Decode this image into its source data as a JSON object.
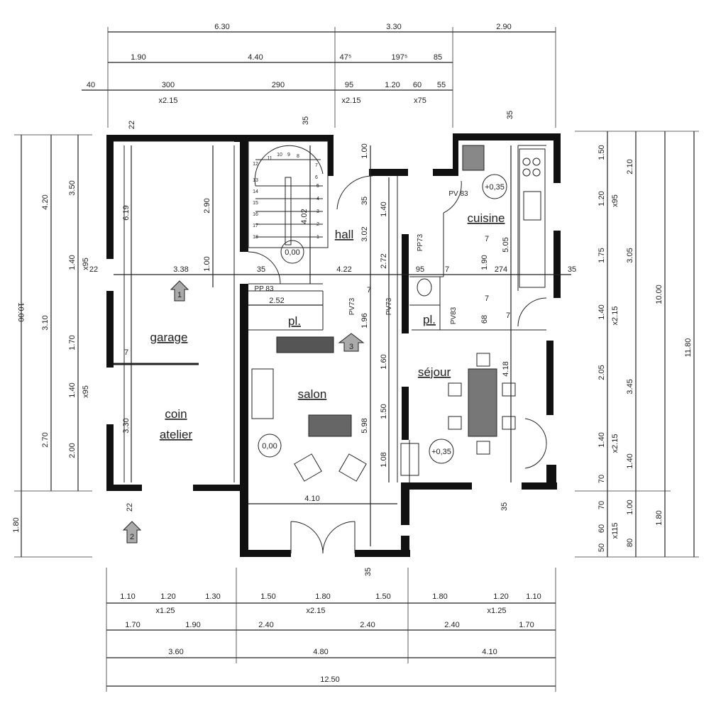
{
  "rooms": {
    "garage": "garage",
    "coin": "coin",
    "atelier": "atelier",
    "salon": "salon",
    "hall": "hall",
    "cuisine": "cuisine",
    "sejour": "séjour",
    "placard1": "pl.",
    "placard2": "pl."
  },
  "levels": {
    "hall": "0,00",
    "salon": "0,00",
    "cuisine": "+0,35",
    "sejour": "+0,35"
  },
  "doors": {
    "pp83": "PP 83",
    "pv73a": "PV73",
    "pv73b": "PV73",
    "pp73": "PP73",
    "pv83a": "PV 83",
    "pv83b": "PV83"
  },
  "markers": [
    "1",
    "2",
    "3"
  ],
  "stairs": [
    "1",
    "2",
    "3",
    "4",
    "5",
    "6",
    "7",
    "8",
    "9",
    "10",
    "11",
    "12",
    "13",
    "14",
    "15",
    "16",
    "17",
    "18"
  ],
  "dims_top": {
    "row1": [
      "6.30",
      "3.30",
      "2.90"
    ],
    "row2": [
      "1.90",
      "4.40",
      "47⁵",
      "197⁵",
      "85"
    ],
    "row3": [
      "40",
      "300",
      "x2.15",
      "290",
      "95",
      "x2.15",
      "1.20",
      "60",
      "x75",
      "55"
    ],
    "walls": [
      "22",
      "35",
      "35"
    ]
  },
  "dims_bottom": {
    "row1": [
      "1.10",
      "1.20",
      "1.30",
      "1.50",
      "1.80",
      "1.50",
      "1.80",
      "1.20",
      "1.10"
    ],
    "row1_sub": [
      "x1.25",
      "x2.15",
      "x1.25"
    ],
    "row2": [
      "1.70",
      "1.90",
      "2.40",
      "2.40",
      "2.40",
      "1.70"
    ],
    "row3": [
      "3.60",
      "4.80",
      "4.10"
    ],
    "total": "12.50"
  },
  "dims_left": {
    "col1": [
      "10.00",
      "1.80"
    ],
    "col2": [
      "4.20",
      "3.10",
      "2.70"
    ],
    "col3": [
      "3.50",
      "1.40",
      "x95",
      "1.70",
      "1.40",
      "x95",
      "2.00"
    ],
    "walls": [
      "22",
      "22"
    ]
  },
  "dims_right": {
    "col1": [
      "1.50",
      "1.20",
      "x95",
      "1.75",
      "1.40",
      "x2.15",
      "2.05",
      "1.40",
      "x2.15",
      "70",
      "70",
      "60",
      "x115",
      "50"
    ],
    "col2": [
      "2.10",
      "3.05",
      "3.45",
      "1.40",
      "1.00",
      "80"
    ],
    "col3": [
      "10.00",
      "1.80"
    ],
    "col4": "11.80"
  },
  "dims_inner": {
    "garage_w": "3.38",
    "hall_w": "4.22",
    "wall35a": "35",
    "w95": "95",
    "w7a": "7",
    "w274": "274",
    "wall35b": "35",
    "garage_h": "6.19",
    "g290": "2.90",
    "g100": "1.00",
    "g330": "3.30",
    "g7": "7",
    "pl_w": "2.52",
    "salon_w": "4.10",
    "h100": "1.00",
    "h35": "35",
    "h140": "1.40",
    "h302": "3.02",
    "h272": "2.72",
    "stair402": "4.02",
    "c190": "1.90",
    "c505": "5.05",
    "c7a": "7",
    "c7b": "7",
    "c68": "68",
    "c7c": "7",
    "s418": "4.18",
    "s160": "1.60",
    "s150": "1.50",
    "s108": "1.08",
    "s598": "5.98",
    "s196": "1.96",
    "s7": "7",
    "w35c": "35",
    "w35d": "35"
  }
}
